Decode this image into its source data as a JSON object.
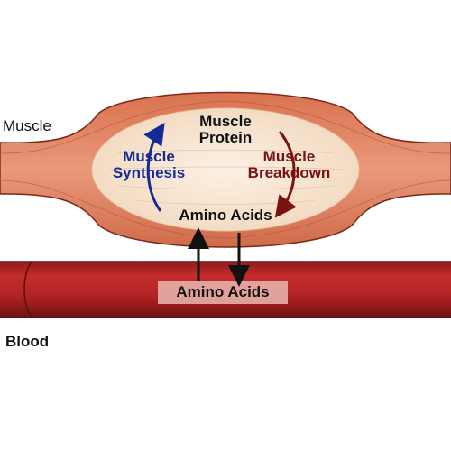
{
  "labels": {
    "muscle": "Muscle",
    "blood": "Blood",
    "muscle_protein_line1": "Muscle",
    "muscle_protein_line2": "Protein",
    "synthesis_line1": "Muscle",
    "synthesis_line2": "Synthesis",
    "breakdown_line1": "Muscle",
    "breakdown_line2": "Breakdown",
    "amino_acids_muscle": "Amino Acids",
    "amino_acids_blood": "Amino Acids"
  },
  "colors": {
    "muscle_fill": "#e08a6a",
    "muscle_outline": "#7a2a1a",
    "muscle_inner": "#f7e6d3",
    "blood_vessel": "#b52626",
    "blood_vessel_dark": "#7c1414",
    "synthesis_arrow": "#142a96",
    "breakdown_arrow": "#7a1212",
    "transport_arrow": "#111111",
    "blood_label_box": "#e8b8b0"
  }
}
